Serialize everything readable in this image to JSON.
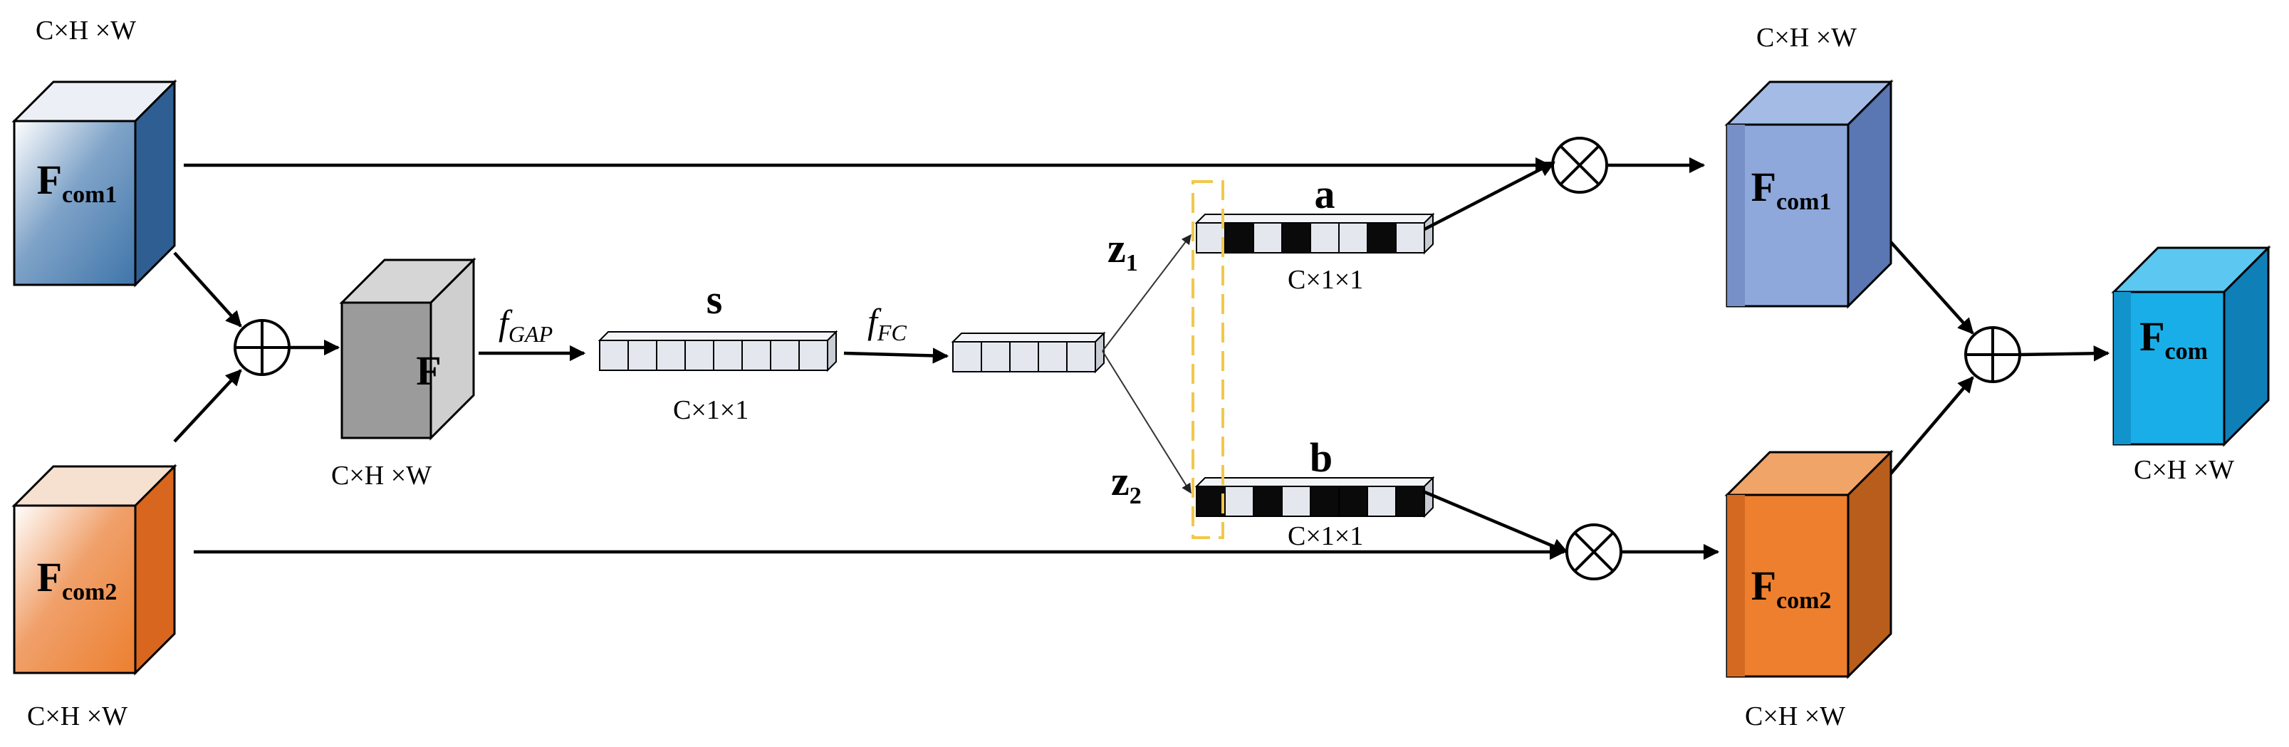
{
  "labels": {
    "dim_chw": "C×H ×W",
    "dim_c11": "C×1×1",
    "fcom1_main": "F",
    "fcom1_sub": "com1",
    "fcom2_main": "F",
    "fcom2_sub": "com2",
    "fcom_main": "F",
    "fcom_sub": "com",
    "f_label": "F",
    "s_label": "s",
    "a_label": "a",
    "b_label": "b",
    "z1_main": "z",
    "z1_sub": "1",
    "z2_main": "z",
    "z2_sub": "2",
    "fgap_main": "f",
    "fgap_sub": "GAP",
    "ffc_main": "f",
    "ffc_sub": "FC"
  },
  "colors": {
    "fcom1_in": "#4a7eb0",
    "fcom2_in": "#ee8a3c",
    "f_block": "#b8b8b8",
    "fcom1_out": "#8ea8dc",
    "fcom2_out": "#ee7f2e",
    "fcom_out": "#1aaee8",
    "vector_light": "#e4e8ee",
    "vector_dark": "#0a0a0a",
    "highlight": "#f2c84b"
  },
  "vectors": {
    "a_pattern": [
      "light",
      "dark",
      "light",
      "dark",
      "light",
      "light",
      "dark",
      "light"
    ],
    "b_pattern": [
      "dark",
      "light",
      "dark",
      "light",
      "dark",
      "dark",
      "light",
      "dark"
    ]
  }
}
